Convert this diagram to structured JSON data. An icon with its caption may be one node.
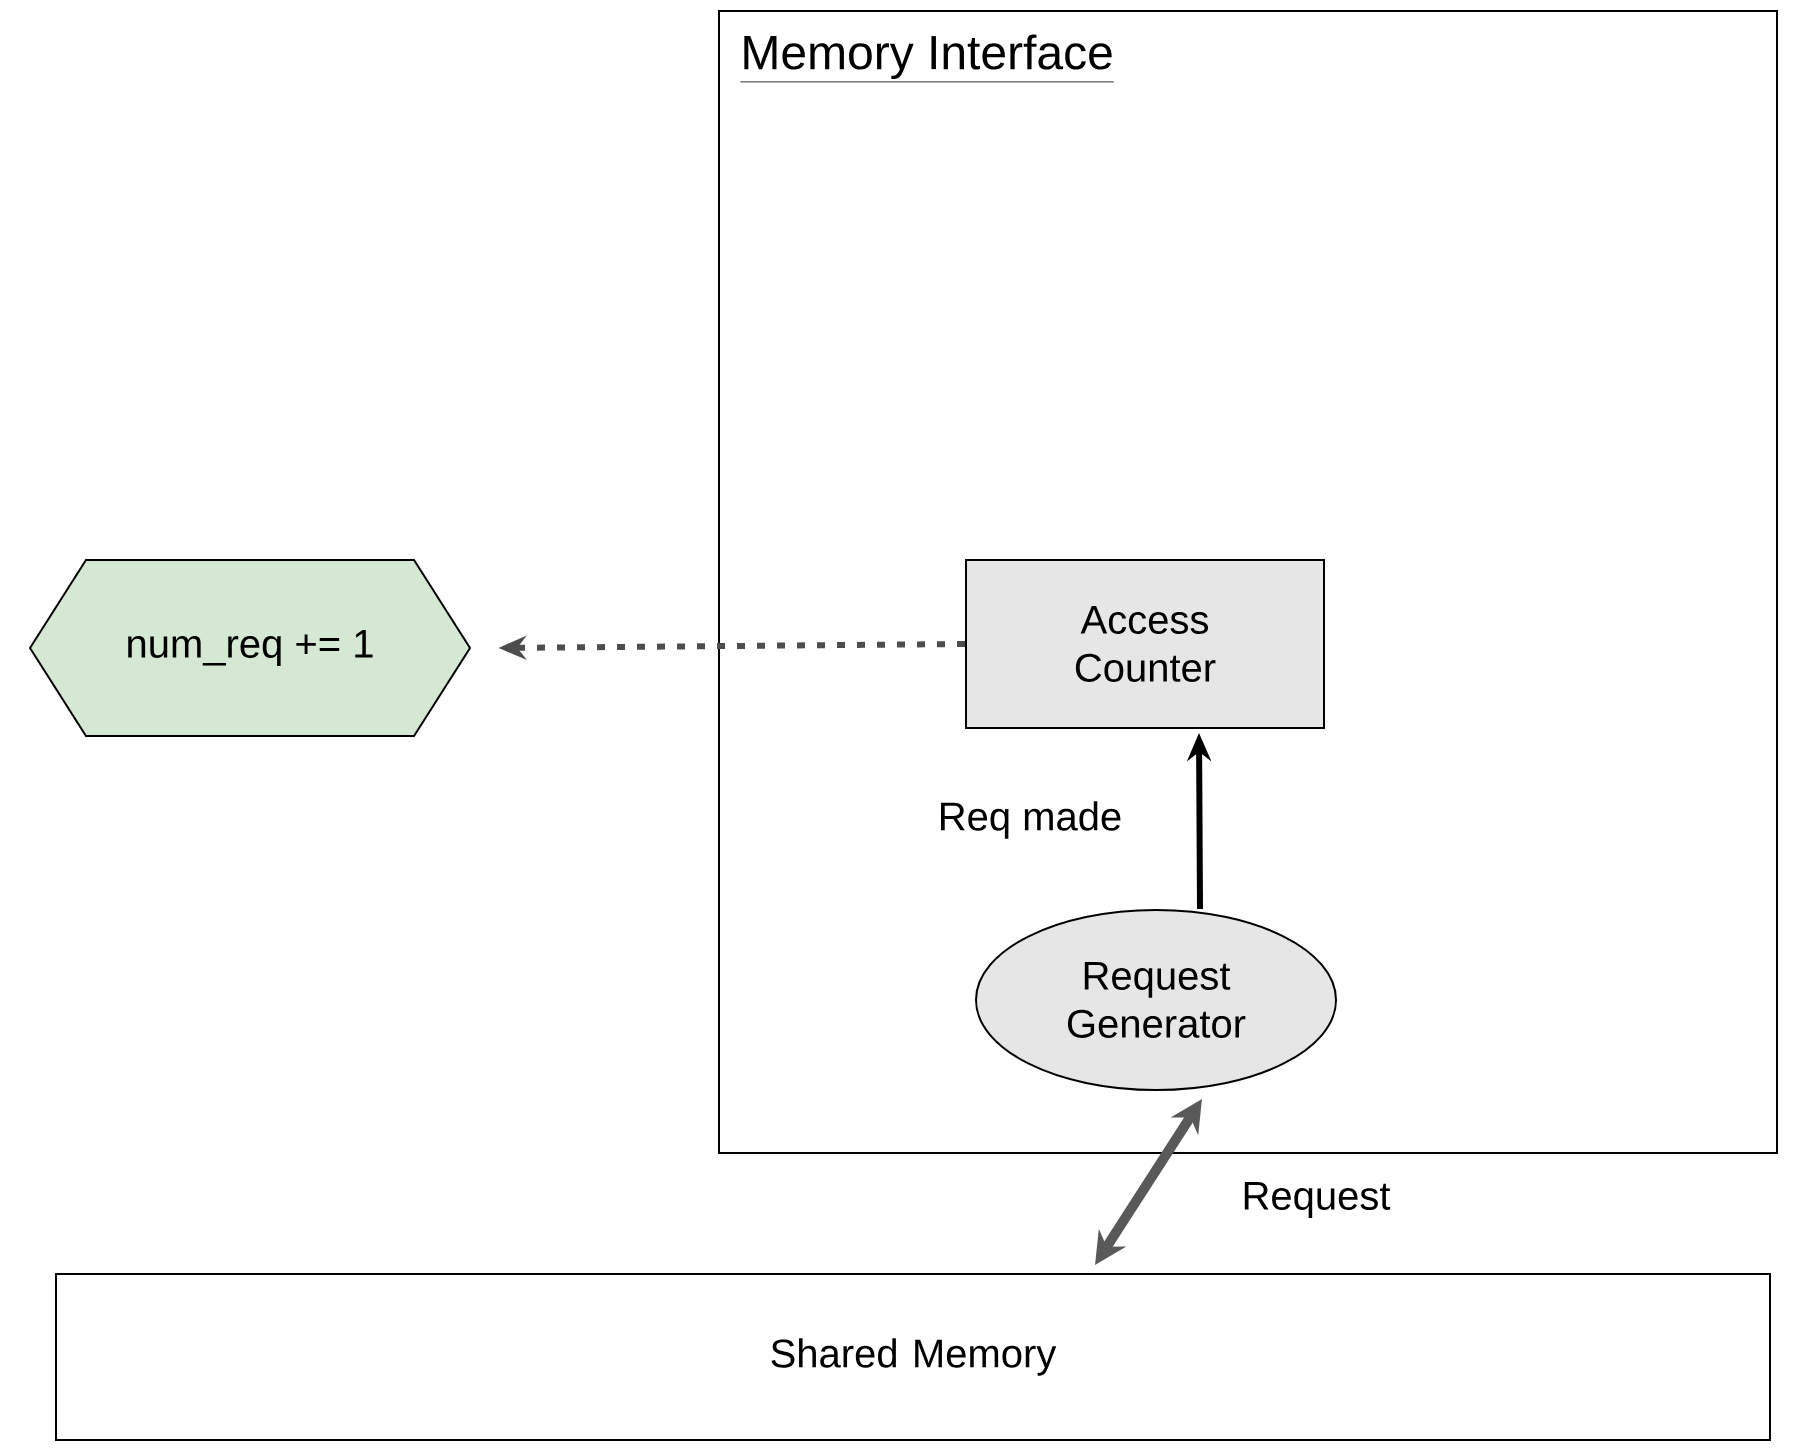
{
  "diagram": {
    "nodes": [
      {
        "text": [
          "Memory Interface"
        ]
      },
      {
        "text": [
          "Access Counter"
        ],
        "in": 0
      },
      {
        "text": [
          "Request Generator"
        ],
        "in": 0
      },
      {
        "text": [
          "num_req += 1"
        ]
      },
      {
        "text": [
          "Shared Memory"
        ]
      }
    ],
    "edges": [
      {
        "from": 1,
        "to": 3,
        "arrow": "to",
        "style": "dashed",
        "color": "#4d4d4d"
      },
      {
        "from": 2,
        "to": 1,
        "arrow": "to",
        "label": "Req made",
        "color": "#000000"
      },
      {
        "from": 2,
        "to": 4,
        "arrow": "both",
        "label": "Request",
        "color": "#595959"
      }
    ]
  }
}
